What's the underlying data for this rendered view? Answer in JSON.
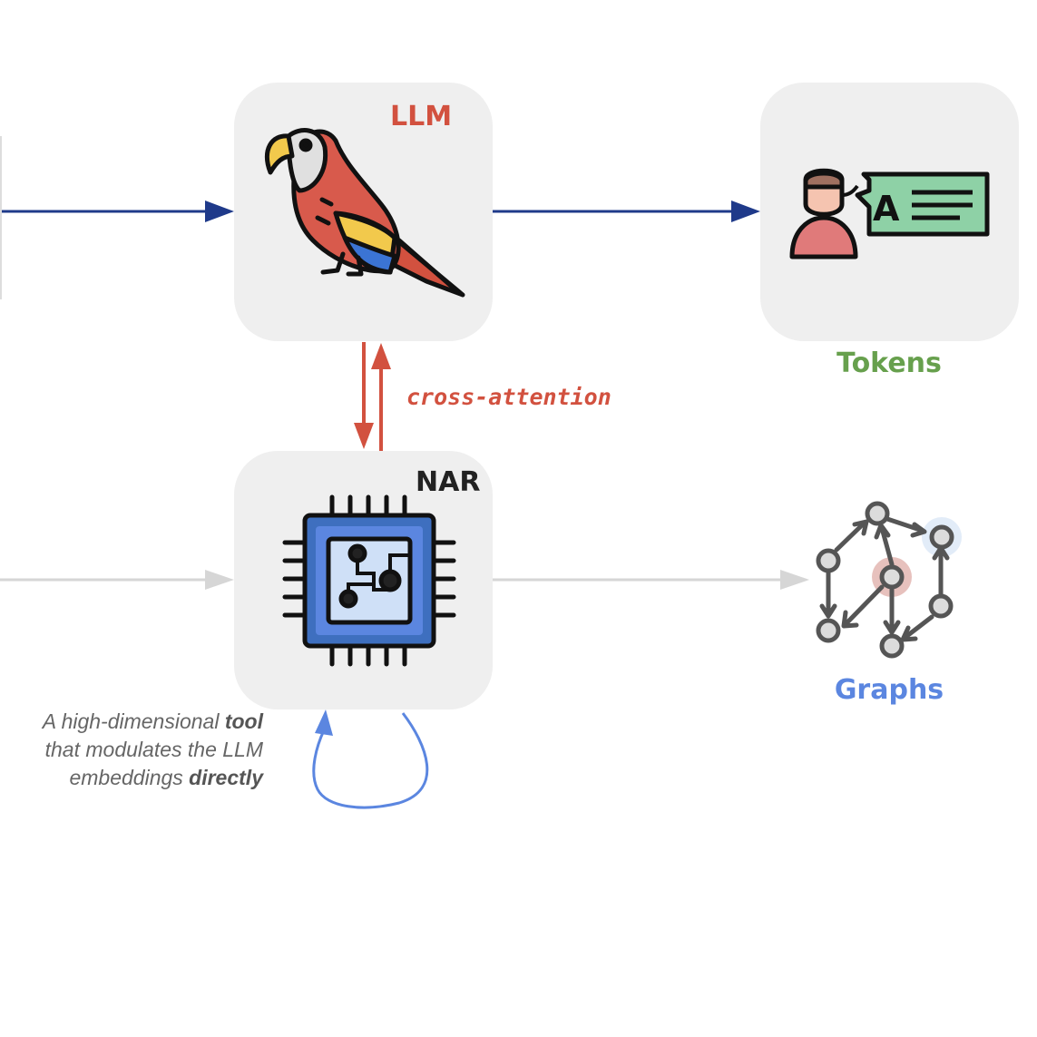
{
  "nodes": {
    "llm": {
      "label": "LLM",
      "icon": "parrot-icon",
      "color": "#d2513f"
    },
    "nar": {
      "label": "NAR",
      "icon": "processor-chip-icon",
      "color": "#222222"
    },
    "tokens": {
      "label": "Tokens",
      "icon": "speaker-speech-bubble-icon",
      "color": "#67a04d"
    },
    "graphs": {
      "label": "Graphs",
      "icon": "graph-network-icon",
      "color": "#5b86e0"
    }
  },
  "edge_label": {
    "text": "cross-attention",
    "color": "#d2513f"
  },
  "caption": {
    "line1_a": "A high-dimensional ",
    "line1_b": "tool",
    "line2": "that modulates the LLM",
    "line3_a": "embeddings ",
    "line3_b": "directly"
  },
  "colors": {
    "token_flow": "#1f3a8a",
    "graph_flow": "#d4d4d4",
    "cross_attention": "#d2513f",
    "self_loop": "#5b86e0",
    "box_fill": "#efefef"
  }
}
